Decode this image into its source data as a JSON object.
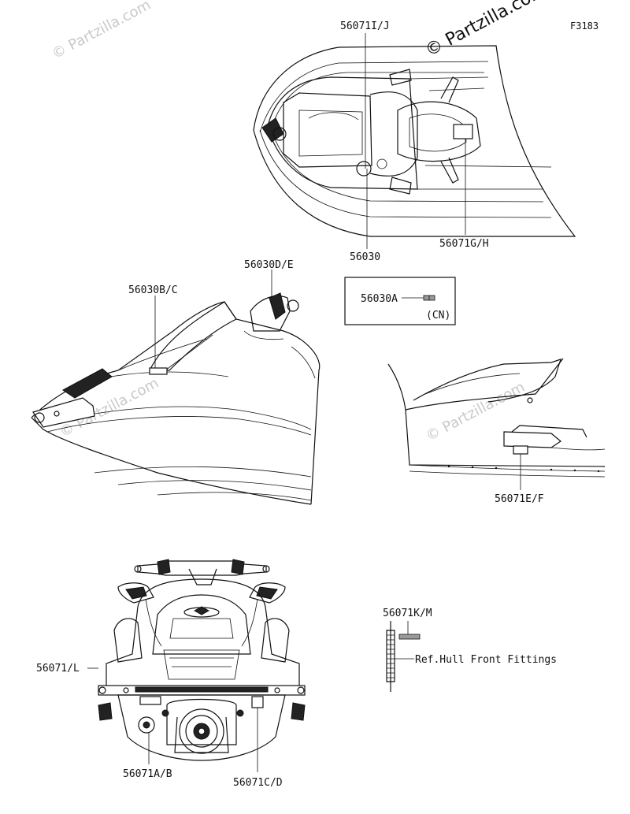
{
  "figure_id": "F3183",
  "watermarks": {
    "brand_large": "© Partzilla.com",
    "brand_faint": "© Partzilla.com"
  },
  "callouts": {
    "top_view": {
      "p56071IJ": "56071I/J",
      "p56030": "56030",
      "p56071GH": "56071G/H"
    },
    "side_view": {
      "p56030DE": "56030D/E",
      "p56030BC": "56030B/C"
    },
    "inset": {
      "part": "56030A",
      "region": "(CN)"
    },
    "hull_view": {
      "p56071EF": "56071E/F"
    },
    "rear_view": {
      "p56071L": "56071/L",
      "p56071AB": "56071A/B",
      "p56071CD": "56071C/D"
    },
    "fittings": {
      "p56071KM": "56071K/M",
      "ref": "Ref.Hull Front Fittings"
    }
  }
}
